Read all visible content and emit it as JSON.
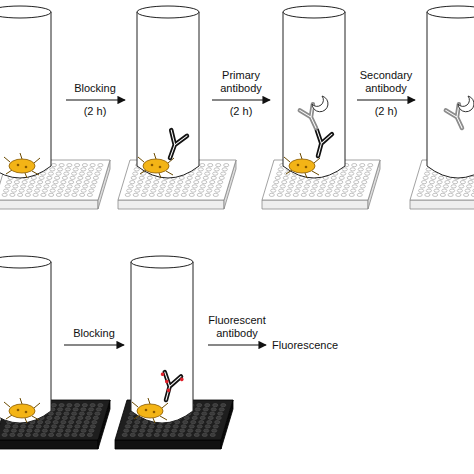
{
  "diagram": {
    "labels": [
      "Blocking",
      "(2 h)",
      "Primary antibody",
      "(2 h)",
      "Secondary antibody",
      "(2 h)",
      "Blocking",
      "Fluorescent antibody",
      "Fluorescence"
    ]
  }
}
